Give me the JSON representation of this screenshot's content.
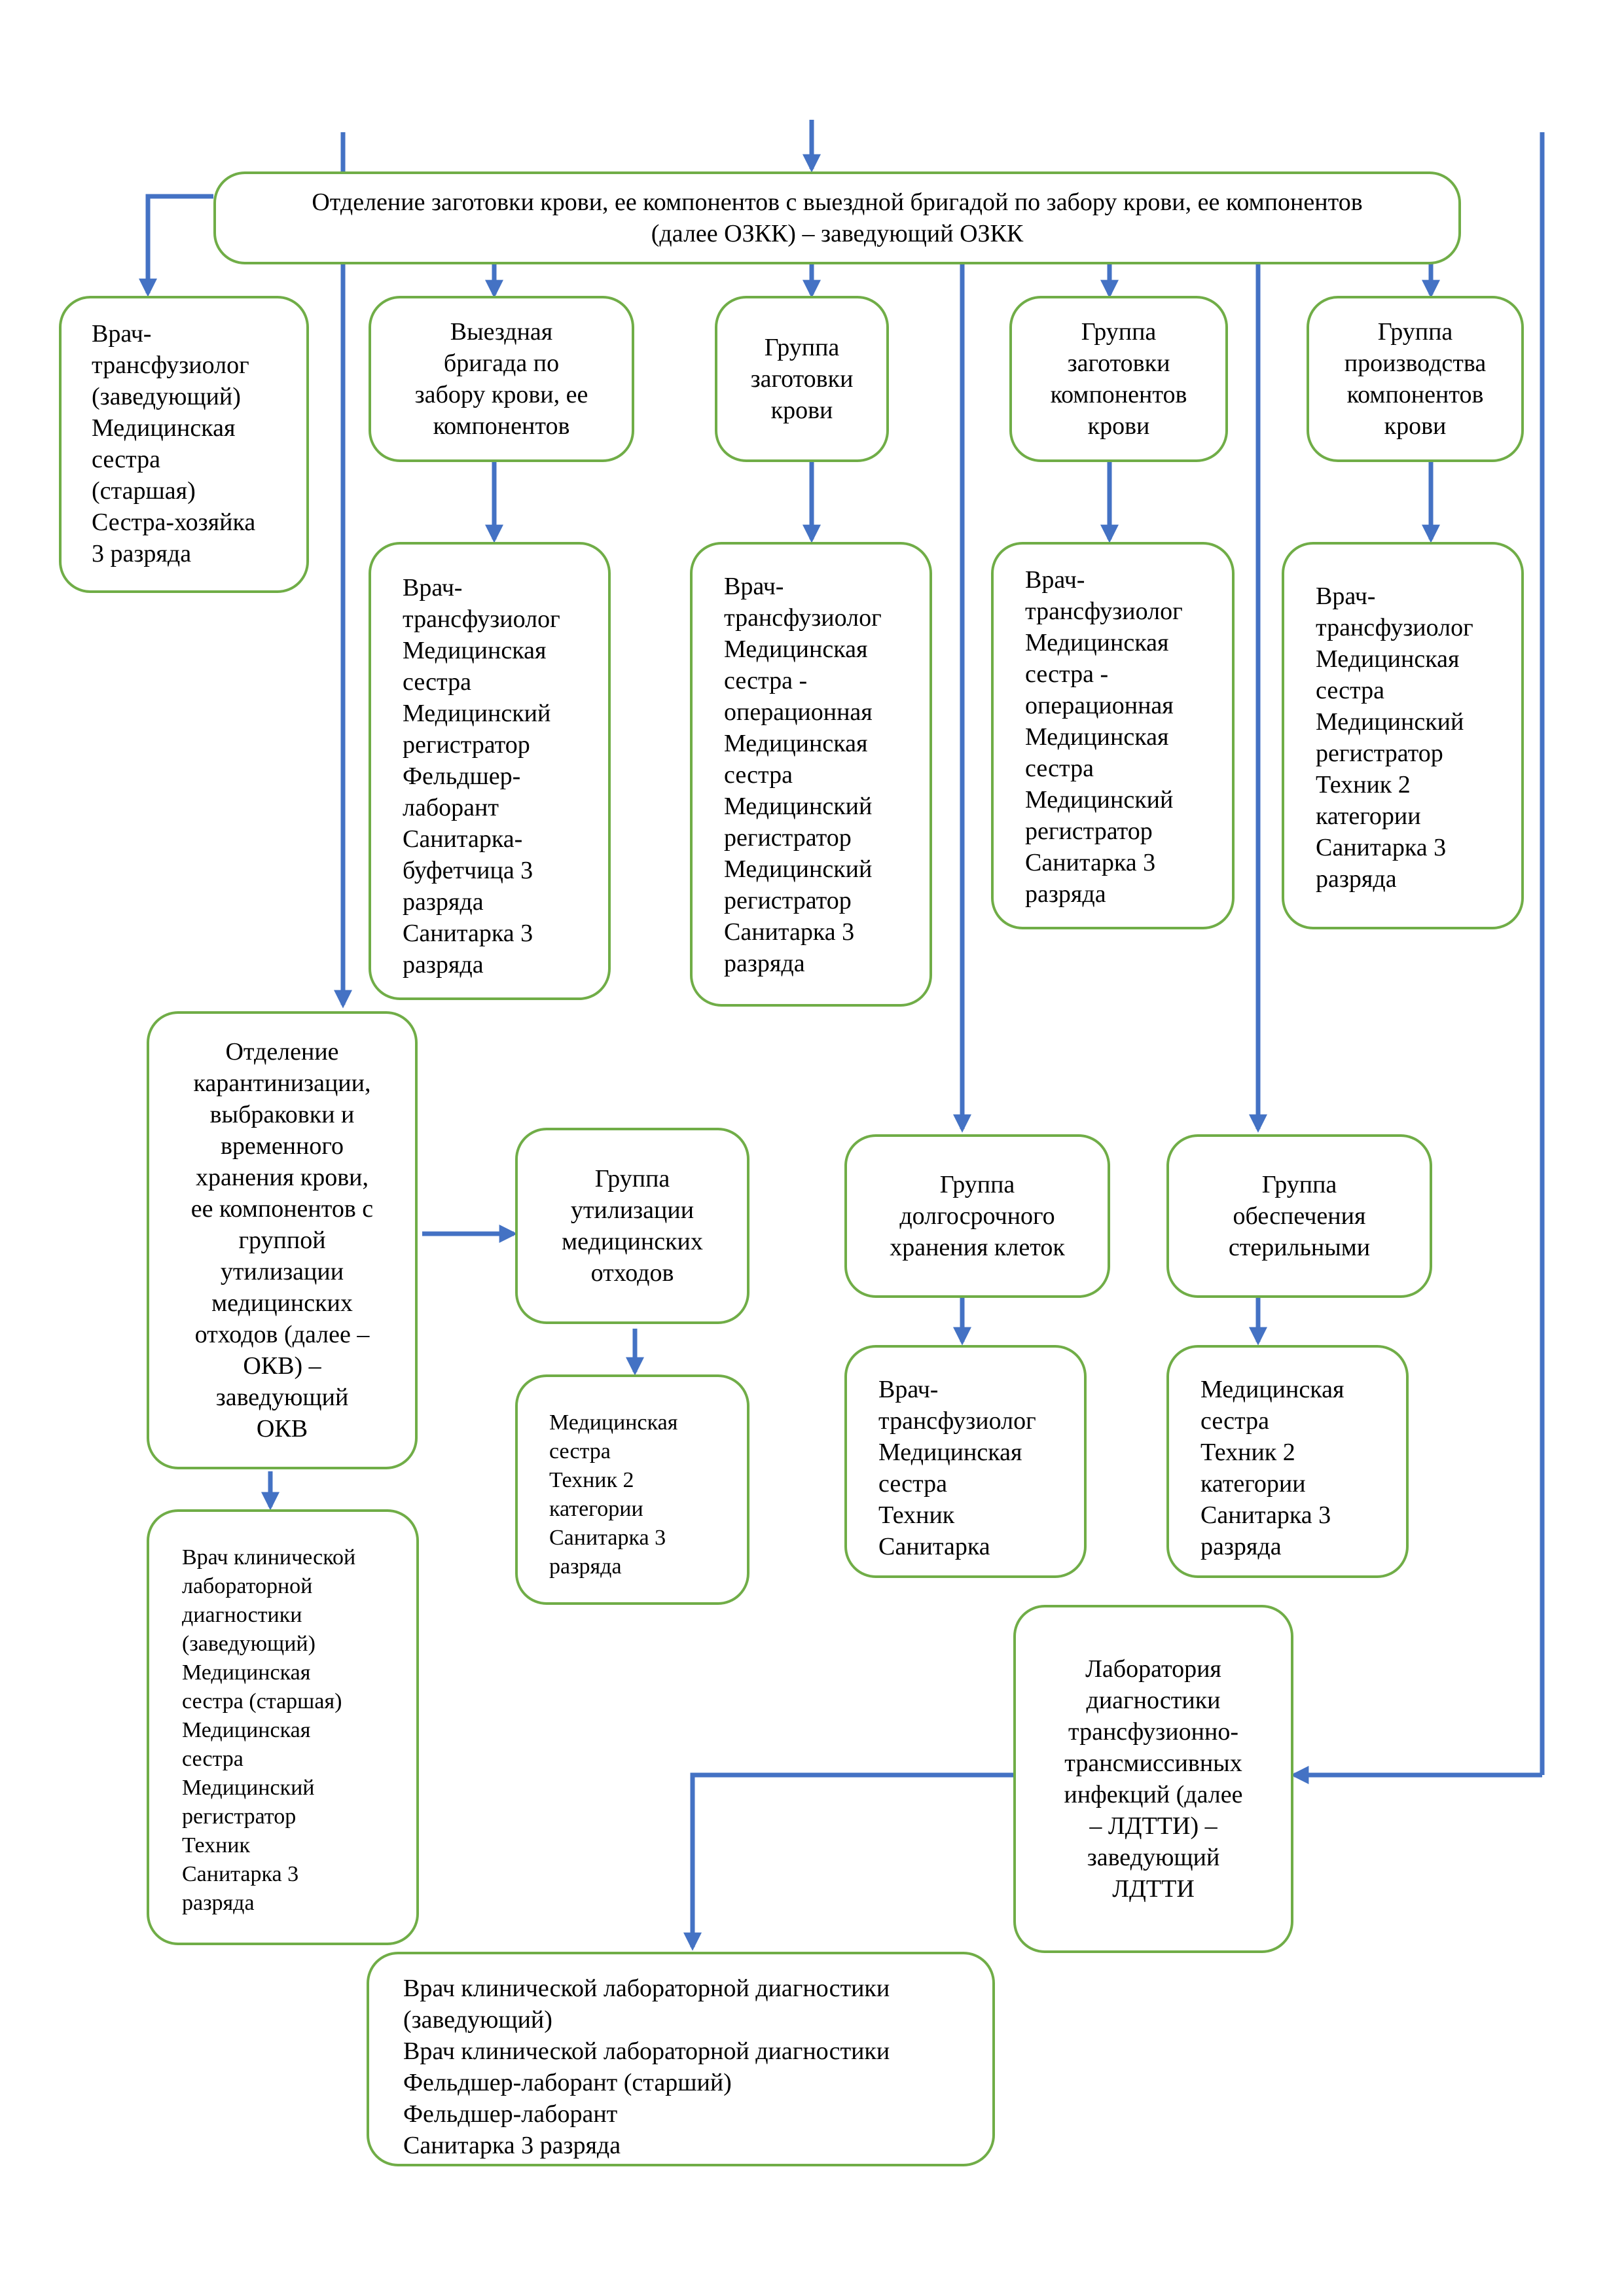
{
  "nodes": {
    "ozkk": {
      "lines": [
        "Отделение заготовки крови, ее компонентов с выездной бригадой по забору крови, ее компонентов",
        "(далее ОЗКК) – заведующий ОЗКК"
      ]
    },
    "ozkk_staff": {
      "lines": [
        "Врач-",
        "трансфузиолог",
        "(заведующий)",
        "Медицинская",
        "сестра",
        "(старшая)",
        "Сестра-хозяйка",
        "3 разряда"
      ]
    },
    "mobile_team": {
      "lines": [
        "Выездная",
        "бригада по",
        "забору крови, ее",
        "компонентов"
      ]
    },
    "mobile_team_staff": {
      "lines": [
        "Врач-",
        "трансфузиолог",
        "Медицинская",
        "сестра",
        "Медицинский",
        "регистратор",
        "Фельдшер-",
        "лаборант",
        "Санитарка-",
        "буфетчица 3",
        "разряда",
        "Санитарка 3",
        "разряда"
      ]
    },
    "blood_collection": {
      "lines": [
        "Группа",
        "заготовки",
        "крови"
      ]
    },
    "blood_collection_staff": {
      "lines": [
        "Врач-",
        "трансфузиолог",
        "Медицинская",
        "сестра -",
        "операционная",
        "Медицинская",
        "сестра",
        "Медицинский",
        "регистратор",
        "Медицинский",
        "регистратор",
        "Санитарка 3",
        "разряда"
      ]
    },
    "component_collection": {
      "lines": [
        "Группа",
        "заготовки",
        "компонентов",
        "крови"
      ]
    },
    "component_collection_staff": {
      "lines": [
        "Врач-",
        "трансфузиолог",
        "Медицинская",
        "сестра -",
        "операционная",
        "Медицинская",
        "сестра",
        "Медицинский",
        "регистратор",
        "Санитарка 3",
        "разряда"
      ]
    },
    "component_production": {
      "lines": [
        "Группа",
        "производства",
        "компонентов",
        "крови"
      ]
    },
    "component_production_staff": {
      "lines": [
        "Врач-",
        "трансфузиолог",
        "Медицинская",
        "сестра",
        "Медицинский",
        "регистратор",
        "Техник 2",
        "категории",
        "Санитарка 3",
        "разряда"
      ]
    },
    "okv": {
      "lines": [
        "Отделение",
        "карантинизации,",
        "выбраковки и",
        "временного",
        "хранения крови,",
        "ее компонентов с",
        "группой",
        "утилизации",
        "медицинских",
        "отходов (далее –",
        "ОКВ) –",
        "заведующий",
        "ОКВ"
      ]
    },
    "okv_staff": {
      "lines": [
        "Врач клинической",
        "лабораторной",
        "диагностики",
        "(заведующий)",
        "Медицинская",
        "сестра (старшая)",
        "Медицинская",
        "сестра",
        "Медицинский",
        "регистратор",
        "Техник",
        "Санитарка 3",
        "разряда"
      ]
    },
    "waste_disposal": {
      "lines": [
        "Группа",
        "утилизации",
        "медицинских",
        "отходов"
      ]
    },
    "waste_disposal_staff": {
      "lines": [
        "Медицинская",
        "сестра",
        "Техник 2",
        "категории",
        "Санитарка 3",
        "разряда"
      ]
    },
    "cell_storage": {
      "lines": [
        "Группа",
        "долгосрочного",
        "хранения клеток"
      ]
    },
    "cell_storage_staff": {
      "lines": [
        "Врач-",
        "трансфузиолог",
        "Медицинская",
        "сестра",
        "Техник",
        "Санитарка"
      ]
    },
    "sterile_supply": {
      "lines": [
        "Группа",
        "обеспечения",
        "стерильными"
      ]
    },
    "sterile_supply_staff": {
      "lines": [
        "Медицинская",
        "сестра",
        "Техник 2",
        "категории",
        "Санитарка 3",
        "разряда"
      ]
    },
    "ldtti": {
      "lines": [
        "Лаборатория",
        "диагностики",
        "трансфузионно-",
        "трансмиссивных",
        "инфекций (далее",
        "– ЛДТТИ) –",
        "заведующий",
        "ЛДТТИ"
      ]
    },
    "ldtti_staff": {
      "lines": [
        "Врач клинической лабораторной диагностики",
        "(заведующий)",
        "Врач клинической лабораторной диагностики",
        "Фельдшер-лаборант (старший)",
        "Фельдшер-лаборант",
        "Санитарка 3 разряда"
      ]
    }
  },
  "colors": {
    "box_border": "#70ad47",
    "arrow": "#4472c4",
    "text": "#000000",
    "background": "#ffffff"
  }
}
